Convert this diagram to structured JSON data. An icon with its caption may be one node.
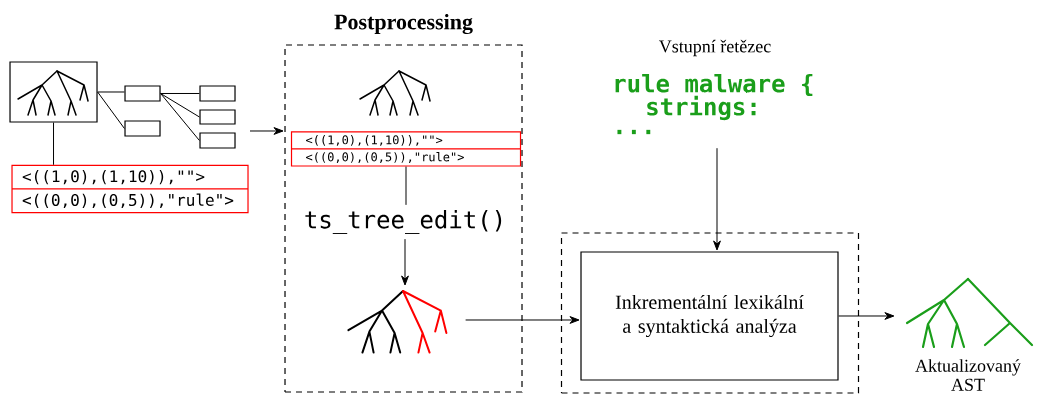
{
  "diagram": {
    "nodes": [
      {
        "text": [
          "Postprocessing"
        ]
      },
      {
        "text": [],
        "shape": "box"
      },
      {
        "text": [],
        "shape": "box"
      },
      {
        "text": [],
        "shape": "box"
      },
      {
        "text": [],
        "shape": "box"
      },
      {
        "text": [],
        "shape": "box"
      },
      {
        "text": [],
        "shape": "box"
      },
      {
        "text": [
          "<((1,0),(1,10)),\"\">",
          "<((0,0),(0,5)),\"rule\">"
        ]
      },
      {
        "text": [
          "<((1,0),(1,10)),\"\">",
          "<((0,0),(0,5)),\"rule\">"
        ],
        "in": 0
      },
      {
        "text": [
          "ts_tree_edit()"
        ],
        "in": 0
      },
      {
        "text": [],
        "shape": "tree",
        "in": 0
      },
      {
        "text": [],
        "shape": "box"
      },
      {
        "text": [
          "Inkrementální lexikální a syntaktická analýza"
        ],
        "in": 11
      },
      {
        "text": [
          "Vstupní řetězec",
          "rule malware {",
          "strings:",
          "..."
        ]
      },
      {
        "text": [
          "Aktualizovaný AST"
        ]
      }
    ],
    "edges": [
      {
        "from": 1,
        "to": 2,
        "arrow": "none"
      },
      {
        "from": 1,
        "to": 3,
        "arrow": "none"
      },
      {
        "from": 2,
        "to": 4,
        "arrow": "none"
      },
      {
        "from": 2,
        "to": 5,
        "arrow": "none"
      },
      {
        "from": 2,
        "to": 6,
        "arrow": "none"
      },
      {
        "from": 1,
        "to": 7,
        "arrow": "none"
      },
      {
        "from": null,
        "to": 0,
        "arrow": "to"
      },
      {
        "from": 8,
        "to": 9,
        "arrow": "none"
      },
      {
        "from": 9,
        "to": 10,
        "arrow": "to"
      },
      {
        "from": 10,
        "to": 12,
        "arrow": "to"
      },
      {
        "from": 13,
        "to": 12,
        "arrow": "to"
      },
      {
        "from": 12,
        "to": 14,
        "arrow": "to"
      }
    ]
  }
}
